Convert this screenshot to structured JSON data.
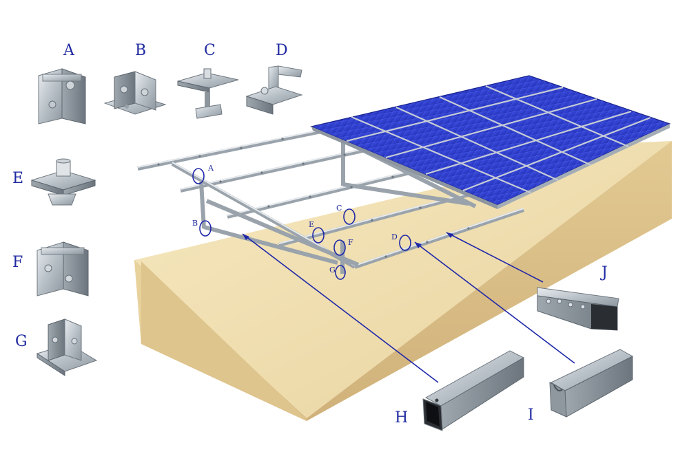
{
  "labels": {
    "A": "A",
    "B": "B",
    "C": "C",
    "D": "D",
    "E": "E",
    "F": "F",
    "G": "G",
    "H": "H",
    "I": "I",
    "J": "J"
  },
  "callouts": [
    "A",
    "B",
    "C",
    "D",
    "E",
    "F",
    "G"
  ],
  "colors": {
    "label": "#1f2aa0",
    "leader": "#1e27a8",
    "panel": "#2f3fd0",
    "foundation_top": "#f1e1b0",
    "foundation_side": "#d9be8a",
    "metal": "#b9c1c8"
  },
  "components": {
    "A": "clamp-bracket",
    "B": "base-bracket",
    "C": "mid-clamp",
    "D": "end-clamp",
    "E": "clamp-nut",
    "F": "rail-connector",
    "G": "foot-bracket",
    "H": "square-tube-rail",
    "I": "channel-rail",
    "J": "rail-with-bolts"
  }
}
